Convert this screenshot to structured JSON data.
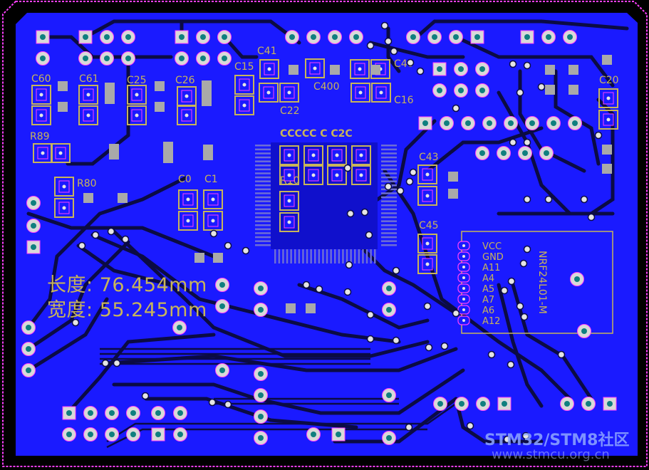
{
  "dimensions": {
    "length_label": "长度:",
    "length_value": "76.454mm",
    "width_label": "宽度:",
    "width_value": "55.245mm"
  },
  "components": {
    "c60": "C60",
    "c61": "C61",
    "c25": "C25",
    "c26": "C26",
    "c15": "C15",
    "c41": "C41",
    "c40": "C40",
    "c22": "C22",
    "c16": "C16",
    "c20": "C20",
    "r89": "R89",
    "r80": "R80",
    "c0": "C0",
    "c1": "C1",
    "r10": "R10",
    "c43": "C43",
    "c45": "C45",
    "cap_row": "CCCCC C C2C",
    "c400": "C400"
  },
  "module": {
    "name": "NRF24L01-M",
    "pins": [
      "VCC",
      "GND",
      "A11",
      "A4",
      "A5",
      "A7",
      "A6",
      "A12"
    ]
  },
  "watermark": {
    "brand": "STM32/STM8社区",
    "url": "www.stmcu.org.cn"
  },
  "colors": {
    "board_fill": "#1a1aff",
    "silkscreen": "#c8b45a",
    "pad": "#d9d9d9",
    "via": "#e5e5e5",
    "outline": "#ff00ff"
  }
}
